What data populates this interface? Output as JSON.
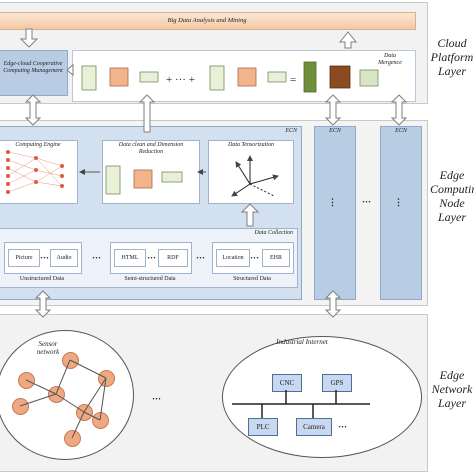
{
  "cloud": {
    "layer_label": "Cloud Platform Layer",
    "banner": "Big Data Analysis and Mining",
    "management": "Edge-cloud Cooperative Computing Management",
    "mergence": "Data Mergence"
  },
  "edge_node": {
    "layer_label": "Edge Computing Node Layer",
    "ecn_label": "ECN",
    "ecn_side_1": "ECN",
    "ecn_side_2": "ECN",
    "computing_engine": "Computing Engine",
    "clean_reduction": "Data clean and Dimension Reduction",
    "tensorization": "Data Tensorization",
    "collection": "Data Collection",
    "unstructured": {
      "title": "Unstructured Data",
      "items": [
        "Picture",
        "Audio"
      ]
    },
    "semi_structured": {
      "title": "Semi-structured Data",
      "items": [
        "HTML",
        "RDF"
      ]
    },
    "structured": {
      "title": "Structured Data",
      "items": [
        "Location",
        "EHR"
      ]
    }
  },
  "edge_network": {
    "layer_label": "Edge Network Layer",
    "sensor_network": "Sensor network",
    "industrial_internet": "Industrial Internet",
    "devices": [
      "CNC",
      "GPS",
      "PLC",
      "Camera"
    ]
  },
  "colors": {
    "band_border": "#c9c9c9",
    "box_blue": "#b8cce4",
    "node_orange": "#f0a882",
    "device_fill": "#c6d9f1",
    "banner_orange": "#f9dcc4"
  }
}
